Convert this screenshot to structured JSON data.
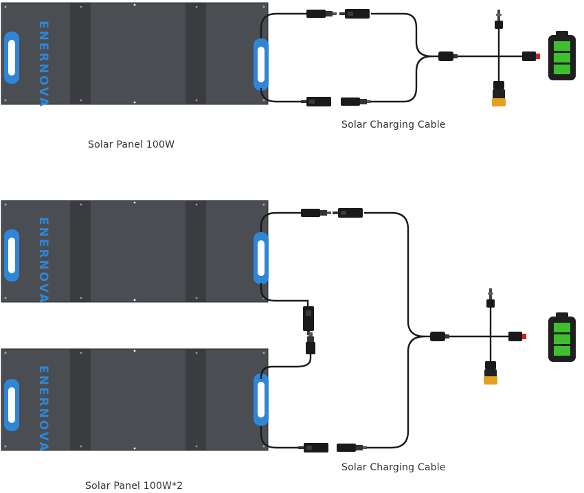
{
  "colors": {
    "panel": "#4a4d52",
    "panel_band": "#3a3c40",
    "brand_blue": "#2f86d6",
    "cable": "#1a1a1a",
    "battery_green": "#3dbf2f",
    "battery_body": "#1f1f1f",
    "connector_red": "#d21f26"
  },
  "brand": {
    "text": "ENERNOVA"
  },
  "top_diagram": {
    "panel_label": "Solar Panel 100W",
    "cable_label": "Solar Charging Cable"
  },
  "bottom_diagram": {
    "panel_label": "Solar Panel 100W*2",
    "cable_label": "Solar Charging Cable"
  },
  "icons": {
    "handle": "handle-icon",
    "mc4_male": "mc4-male-connector-icon",
    "mc4_female": "mc4-female-connector-icon",
    "splitter": "y-splitter-icon",
    "xt60": "xt60-connector-icon",
    "dc_plug": "dc-plug-icon",
    "anderson": "anderson-connector-icon",
    "battery": "battery-icon"
  }
}
